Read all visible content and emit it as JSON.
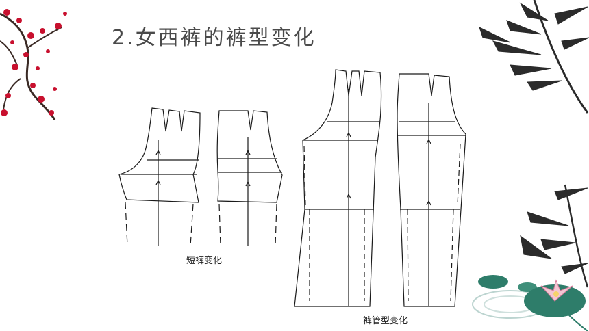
{
  "slide": {
    "title": "2.女西裤的裤型变化",
    "caption_shorts": "短裤变化",
    "caption_legs": "裤管型变化"
  },
  "colors": {
    "line": "#1a1a1a",
    "title": "#4a4a4a",
    "blossom": "#c8102e",
    "bamboo": "#2b2b2b",
    "lotus_leaf": "#2e7d6a"
  },
  "icons": [
    "plum-blossom-icon",
    "bamboo-icon",
    "lotus-icon"
  ]
}
